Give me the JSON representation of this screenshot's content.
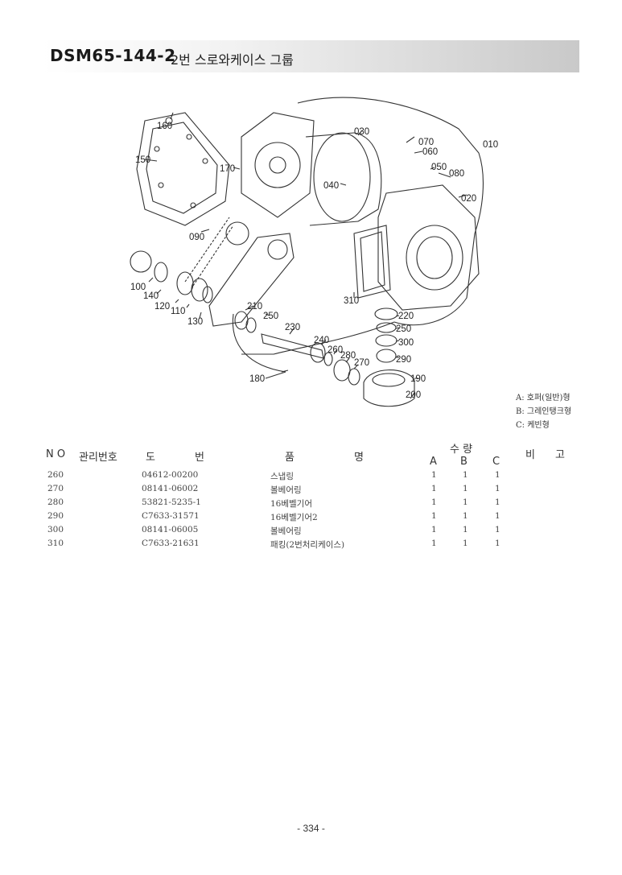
{
  "header": {
    "code": "DSM65-144-2",
    "name": "2번 스로와케이스 그룹"
  },
  "diagram": {
    "callouts": [
      "160",
      "150",
      "170",
      "030",
      "070",
      "060",
      "010",
      "050",
      "080",
      "040",
      "020",
      "090",
      "100",
      "140",
      "120",
      "110",
      "130",
      "210",
      "250",
      "230",
      "310",
      "220",
      "250",
      "300",
      "240",
      "260",
      "280",
      "270",
      "290",
      "180",
      "190",
      "200"
    ]
  },
  "legend": [
    "A: 호퍼(일반)형",
    "B: 그레인탱크형",
    "C: 케빈형"
  ],
  "table": {
    "headers": {
      "no": "N O",
      "mgmt": "관리번호",
      "drawing_1": "도",
      "drawing_2": "번",
      "item_1": "품",
      "item_2": "명",
      "qty": "수  량",
      "qty_a": "A",
      "qty_b": "B",
      "qty_c": "C",
      "remark_1": "비",
      "remark_2": "고"
    },
    "rows": [
      {
        "no": "260",
        "drawing": "04612-00200",
        "name": "스냅링",
        "a": "1",
        "b": "1",
        "c": "1"
      },
      {
        "no": "270",
        "drawing": "08141-06002",
        "name": "볼베어링",
        "a": "1",
        "b": "1",
        "c": "1"
      },
      {
        "no": "280",
        "drawing": "53821-5235-1",
        "name": "16베벨기어",
        "a": "1",
        "b": "1",
        "c": "1"
      },
      {
        "no": "290",
        "drawing": "C7633-31571",
        "name": "16베벨기어2",
        "a": "1",
        "b": "1",
        "c": "1"
      },
      {
        "no": "300",
        "drawing": "08141-06005",
        "name": "볼베어링",
        "a": "1",
        "b": "1",
        "c": "1"
      },
      {
        "no": "310",
        "drawing": "C7633-21631",
        "name": "패킹(2번처리케이스)",
        "a": "1",
        "b": "1",
        "c": "1"
      }
    ]
  },
  "footer": {
    "page": "- 334 -"
  }
}
